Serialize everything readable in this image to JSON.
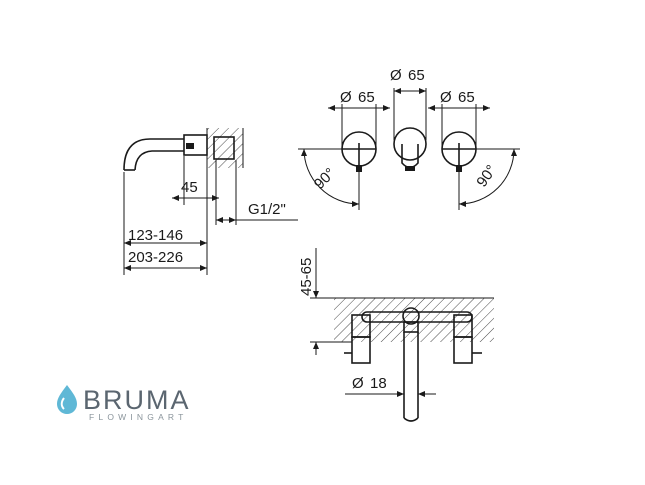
{
  "brand": {
    "name": "BRUMA",
    "tagline": "FLOWINGART",
    "drop_color": "#5fb8d6",
    "text_color": "#5b6670"
  },
  "dimensions": {
    "side_45": "45",
    "side_len_1": "123-146",
    "side_len_2": "203-226",
    "thread": "G1/2\"",
    "top_center_dia": "65",
    "top_left_dia": "65",
    "top_right_dia": "65",
    "top_left_angle": "90°",
    "top_right_angle": "90°",
    "bottom_depth": "45-65",
    "bottom_spout_dia": "18",
    "dia_symbol": "Ø"
  }
}
